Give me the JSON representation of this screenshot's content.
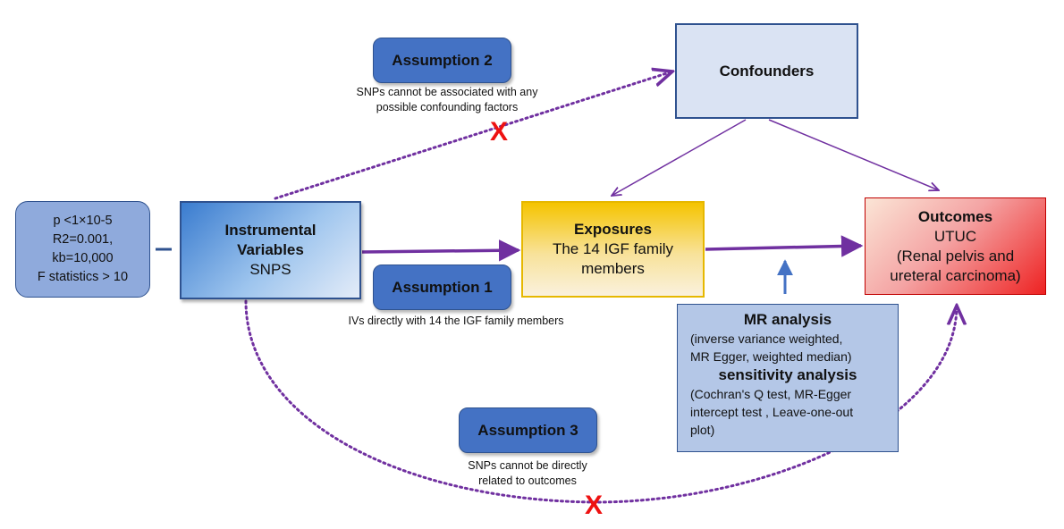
{
  "criteria": {
    "line1": "p <1×10-5",
    "line2": "R2=0.001,",
    "line3": "kb=10,000",
    "line4": "F statistics > 10"
  },
  "instrumental": {
    "title_line1": "Instrumental",
    "title_line2": "Variables",
    "subtitle": "SNPS"
  },
  "exposures": {
    "title": "Exposures",
    "line1": "The 14 IGF family",
    "line2": "members"
  },
  "confounders": {
    "title": "Confounders"
  },
  "outcomes": {
    "title": "Outcomes",
    "line1": "UTUC",
    "line2": "(Renal pelvis and",
    "line3": "ureteral carcinoma)"
  },
  "mr_box": {
    "title1": "MR analysis",
    "line1": "(inverse variance weighted,",
    "line2": "MR Egger, weighted median)",
    "title2": "sensitivity analysis",
    "line3": "(Cochran's Q test, MR-Egger",
    "line4": "intercept test , Leave-one-out",
    "line5": "plot)"
  },
  "assumptions": [
    {
      "label": "Assumption 1",
      "note_line1": "IVs directly with 14 the IGF family members"
    },
    {
      "label": "Assumption 2",
      "note_line1": "SNPs cannot be associated with any",
      "note_line2": "possible confounding factors"
    },
    {
      "label": "Assumption 3",
      "note_line1": "SNPs cannot be directly",
      "note_line2": "related to outcomes"
    }
  ],
  "marks": {
    "violation": "X"
  },
  "colors": {
    "arrow_purple": "#7030a0",
    "mr_arrow_blue": "#4472c4",
    "violation_red": "#ee1111",
    "assumption_fill": "#4472c4"
  }
}
